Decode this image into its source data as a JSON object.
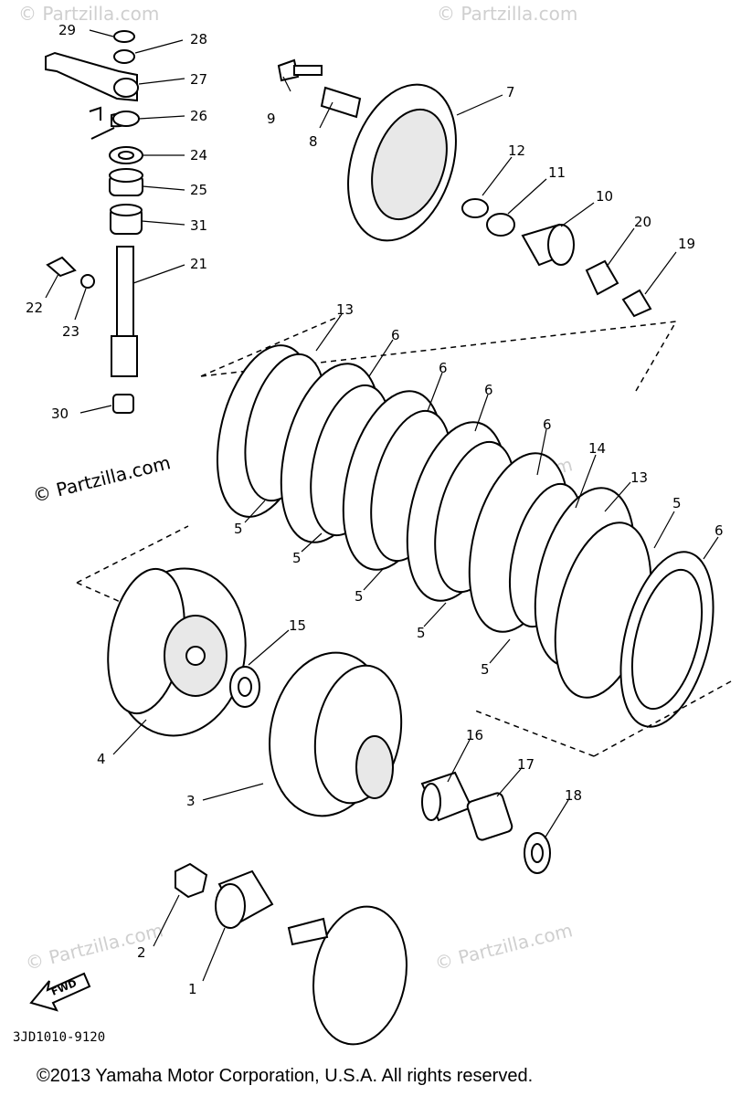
{
  "watermarks": {
    "main": "© Partzilla.com",
    "faint": "© Partzilla.com"
  },
  "diagram_code": "3JD1010-9120",
  "copyright": "©2013 Yamaha Motor Corporation, U.S.A. All rights reserved.",
  "fwd_label": "FWD",
  "labels": {
    "p1": "1",
    "p2": "2",
    "p3": "3",
    "p4": "4",
    "p5": "5",
    "p6": "6",
    "p7": "7",
    "p8": "8",
    "p9": "9",
    "p10": "10",
    "p11": "11",
    "p12": "12",
    "p13": "13",
    "p14": "14",
    "p15": "15",
    "p16": "16",
    "p17": "17",
    "p18": "18",
    "p19": "19",
    "p20": "20",
    "p21": "21",
    "p22": "22",
    "p23": "23",
    "p24": "24",
    "p25": "25",
    "p26": "26",
    "p27": "27",
    "p28": "28",
    "p29": "29",
    "p30": "30",
    "p31": "31"
  }
}
